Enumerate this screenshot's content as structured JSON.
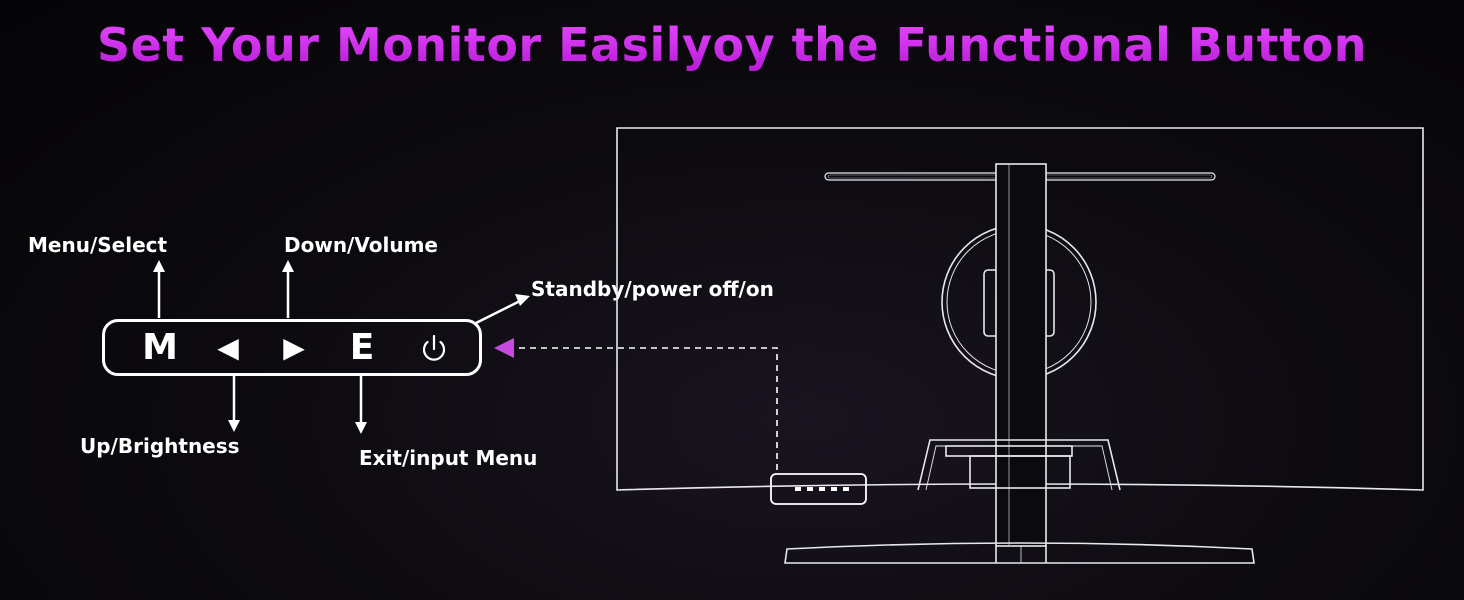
{
  "title": "Set Your Monitor Easilyoy the Functional Button",
  "buttons": [
    {
      "glyph": "M",
      "icon": "menu-m-icon"
    },
    {
      "glyph": "◀",
      "icon": "left-triangle-icon"
    },
    {
      "glyph": "▶",
      "icon": "right-triangle-icon"
    },
    {
      "glyph": "E",
      "icon": "exit-e-icon"
    },
    {
      "glyph": "",
      "icon": "power-icon"
    }
  ],
  "labels": {
    "menu_select": "Menu/Select",
    "down_volume": "Down/Volume",
    "standby": "Standby/power off/on",
    "up_brightness": "Up/Brightness",
    "exit_input": "Exit/input Menu"
  },
  "colors": {
    "title": "#d12cf0",
    "accent_arrow": "#c64ae0",
    "line": "#ffffff"
  }
}
